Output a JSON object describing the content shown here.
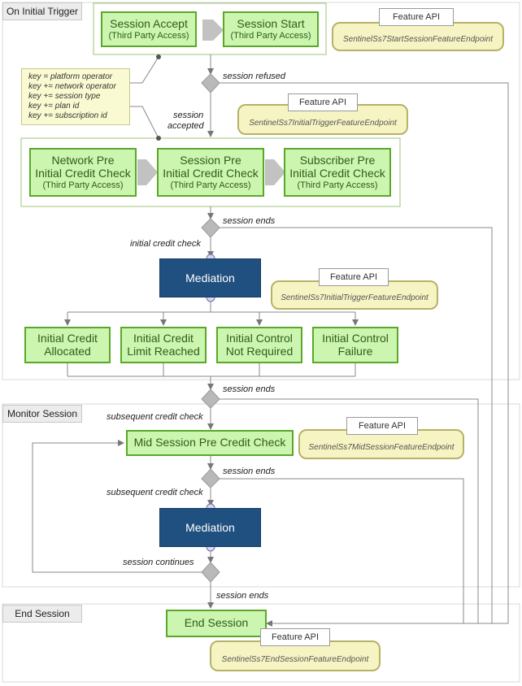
{
  "lanes": {
    "initial_trigger": "On Initial Trigger",
    "monitor_session": "Monitor Session",
    "end_session": "End Session"
  },
  "feature_api_label": "Feature API",
  "nodes": {
    "session_accept": {
      "title": "Session Accept",
      "sub": "(Third Party Access)"
    },
    "session_start": {
      "title": "Session Start",
      "sub": "(Third Party Access)"
    },
    "network_pre": {
      "line1": "Network Pre",
      "line2": "Initial Credit Check",
      "sub": "(Third Party Access)"
    },
    "session_pre": {
      "line1": "Session Pre",
      "line2": "Initial Credit Check",
      "sub": "(Third Party Access)"
    },
    "subscriber_pre": {
      "line1": "Subscriber Pre",
      "line2": "Initial Credit Check",
      "sub": "(Third Party Access)"
    },
    "mediation": "Mediation",
    "init_credit_allocated": {
      "line1": "Initial Credit",
      "line2": "Allocated"
    },
    "init_credit_limit": {
      "line1": "Initial Credit",
      "line2": "Limit Reached"
    },
    "init_control_not_required": {
      "line1": "Initial Control",
      "line2": "Not Required"
    },
    "init_control_failure": {
      "line1": "Initial Control",
      "line2": "Failure"
    },
    "mid_session": "Mid Session Pre Credit Check",
    "end_session": "End Session"
  },
  "endpoints": {
    "start_session": "SentinelSs7StartSessionFeatureEndpoint",
    "initial_trigger_1": "SentinelSs7InitialTriggerFeatureEndpoint",
    "initial_trigger_2": "SentinelSs7InitialTriggerFeatureEndpoint",
    "mid_session": "SentinelSs7MidSessionFeatureEndpoint",
    "end_session": "SentinelSs7EndSessionFeatureEndpoint"
  },
  "edge_labels": {
    "session_refused": "session refused",
    "session_accepted_1": "session",
    "session_accepted_2": "accepted",
    "session_ends_1": "session ends",
    "initial_credit_check": "initial credit check",
    "session_ends_2": "session ends",
    "subsequent_credit_check_1": "subsequent credit check",
    "session_ends_3": "session ends",
    "subsequent_credit_check_2": "subsequent credit check",
    "session_continues": "session continues",
    "session_ends_4": "session ends"
  },
  "key_note": [
    "key = platform operator",
    "key += network operator",
    "key += session type",
    "key += plan id",
    "key += subscription id"
  ]
}
